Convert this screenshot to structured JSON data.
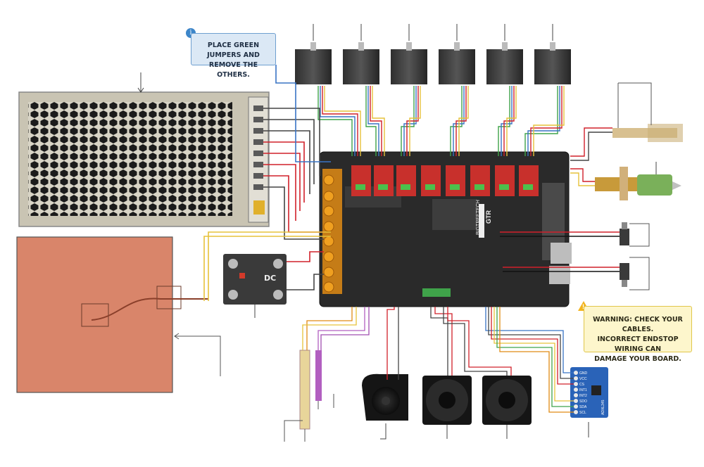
{
  "callouts": {
    "jumpers": {
      "icon": "info-icon",
      "line1": "PLACE GREEN JUMPERS AND",
      "line2": "REMOVE THE OTHERS."
    },
    "endstop_warning": {
      "icon": "warning-icon",
      "line1": "WARNING: CHECK YOUR CABLES.",
      "line2": "INCORRECT ENDSTOP WIRING CAN",
      "line3": "DAMAGE YOUR BOARD."
    }
  },
  "board": {
    "brand": "BIGTREETECH",
    "model": "GTR"
  },
  "ssr": {
    "label": "DC"
  },
  "sensor_pins": [
    "GND",
    "VCC",
    "CS",
    "INT1",
    "INT2",
    "SDO",
    "SDA",
    "SCL"
  ],
  "sensor_chip": "ADXL345",
  "colors": {
    "info_box": "#dbe8f5",
    "info_border": "#6e9fd0",
    "warning_box": "#fdf6cc",
    "warning_border": "#e0c64a",
    "heated_bed": "#d9856a",
    "board": "#2a2a2a",
    "driver_red": "#c8302c",
    "terminal_orange": "#f0a020",
    "wire_red": "#d1202a",
    "wire_green": "#3fa34a",
    "wire_blue": "#3973c4",
    "wire_yellow": "#e6c23a"
  }
}
